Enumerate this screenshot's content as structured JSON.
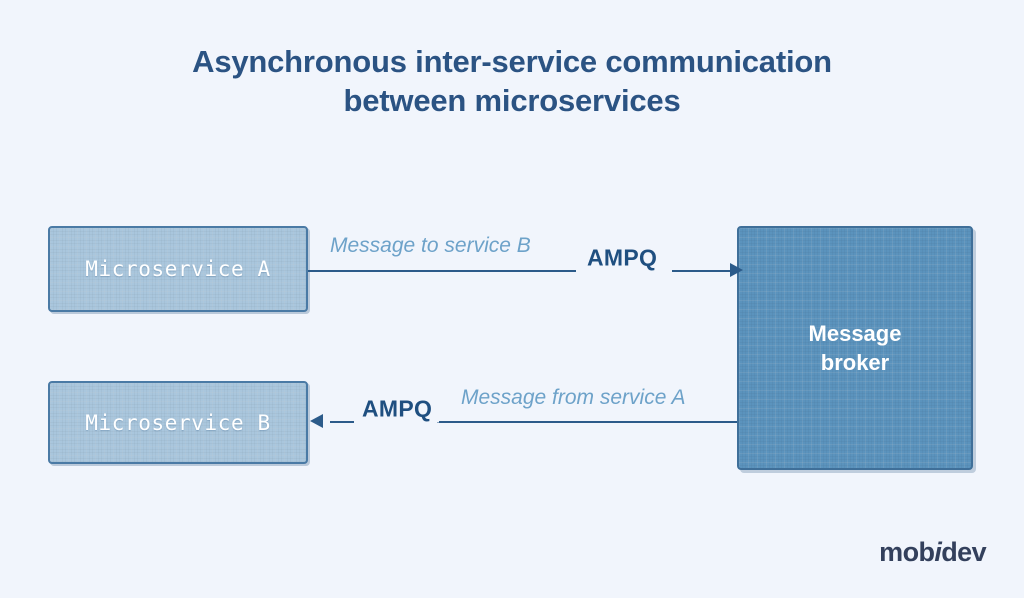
{
  "diagram": {
    "title_line1": "Asynchronous inter-service communication",
    "title_line2": "between microservices",
    "background_color": "#f1f5fc",
    "title_color": "#2b5383",
    "nodes": {
      "service_a": {
        "label": "Microservice A",
        "fill_color": "#a9c6dd",
        "border_color": "#4a7aa5",
        "text_color": "#ffffff"
      },
      "service_b": {
        "label": "Microservice B",
        "fill_color": "#a9c6dd",
        "border_color": "#4a7aa5",
        "text_color": "#ffffff"
      },
      "broker": {
        "label_line1": "Message",
        "label_line2": "broker",
        "fill_color": "#5b93bd",
        "border_color": "#3f6f99",
        "text_color": "#ffffff"
      }
    },
    "edges": [
      {
        "id": "a-to-broker",
        "from": "Microservice A",
        "to": "Message broker",
        "protocol_tag": "AMPQ",
        "note": "Message to service B",
        "direction": "right",
        "line_color": "#2c5b8a",
        "note_color": "#6da2c9",
        "tag_color": "#1f4f80"
      },
      {
        "id": "broker-to-b",
        "from": "Message broker",
        "to": "Microservice B",
        "protocol_tag": "AMPQ",
        "note": "Message from service A",
        "direction": "left",
        "line_color": "#2c5b8a",
        "note_color": "#6da2c9",
        "tag_color": "#1f4f80"
      }
    ]
  },
  "branding": {
    "logo_part1": "mob",
    "logo_italic": "i",
    "logo_part2": "dev",
    "logo_color": "#33405c"
  }
}
